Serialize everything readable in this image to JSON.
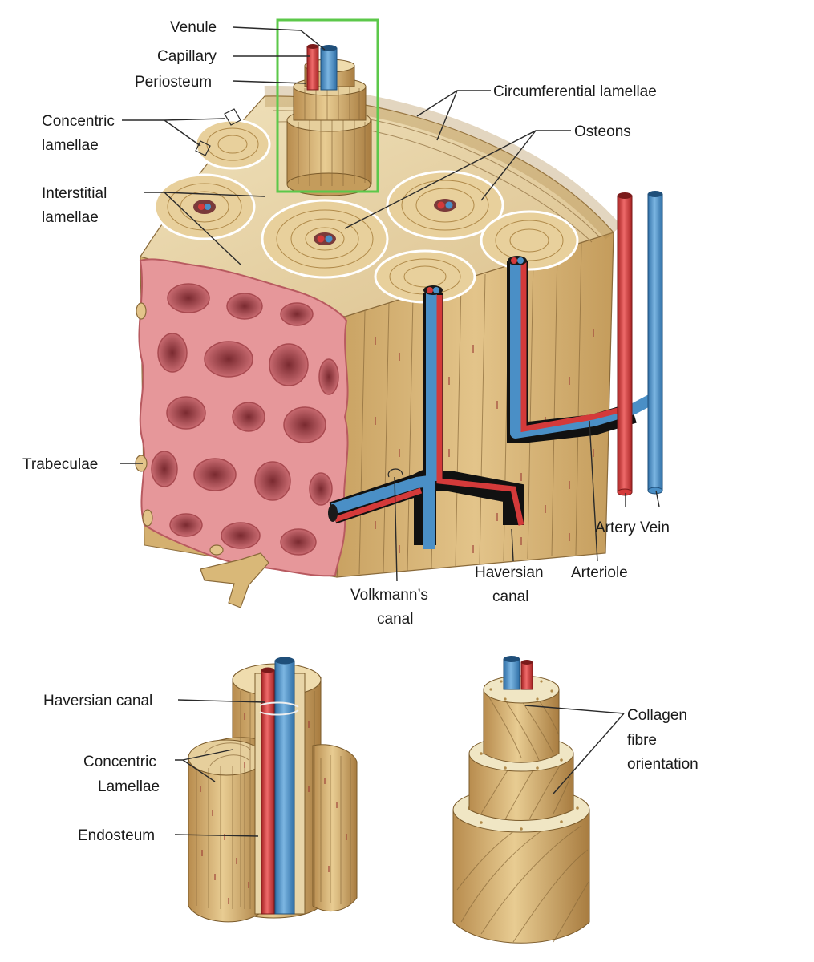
{
  "labels": {
    "venule": "Venule",
    "capillary": "Capillary",
    "periosteum": "Periosteum",
    "circumferential_lamellae": "Circumferential lamellae",
    "osteons": "Osteons",
    "concentric_lamellae_1": "Concentric",
    "concentric_lamellae_2": "lamellae",
    "interstitial_lamellae_1": "Interstitial",
    "interstitial_lamellae_2": "lamellae",
    "trabeculae": "Trabeculae",
    "artery_vein": "Artery Vein",
    "haversian_canal_1": "Haversian",
    "haversian_canal_2": "canal",
    "arteriole": "Arteriole",
    "volkmanns_canal_1": "Volkmann’s",
    "volkmanns_canal_2": "canal",
    "osteon_haversian_canal": "Haversian canal",
    "osteon_concentric_1": "Concentric",
    "osteon_concentric_2": "Lamellae",
    "endosteum": "Endosteum",
    "collagen_1": "Collagen",
    "collagen_2": "fibre",
    "collagen_3": "orientation"
  },
  "colors": {
    "bone": "#d9b878",
    "bone_light": "#efdcae",
    "bone_dark": "#b08a4a",
    "spongy": "#e6979a",
    "spongy_dark": "#b85a60",
    "artery": "#d43a3a",
    "vein": "#4a8fc6",
    "highlight_box": "#5cc84a"
  }
}
